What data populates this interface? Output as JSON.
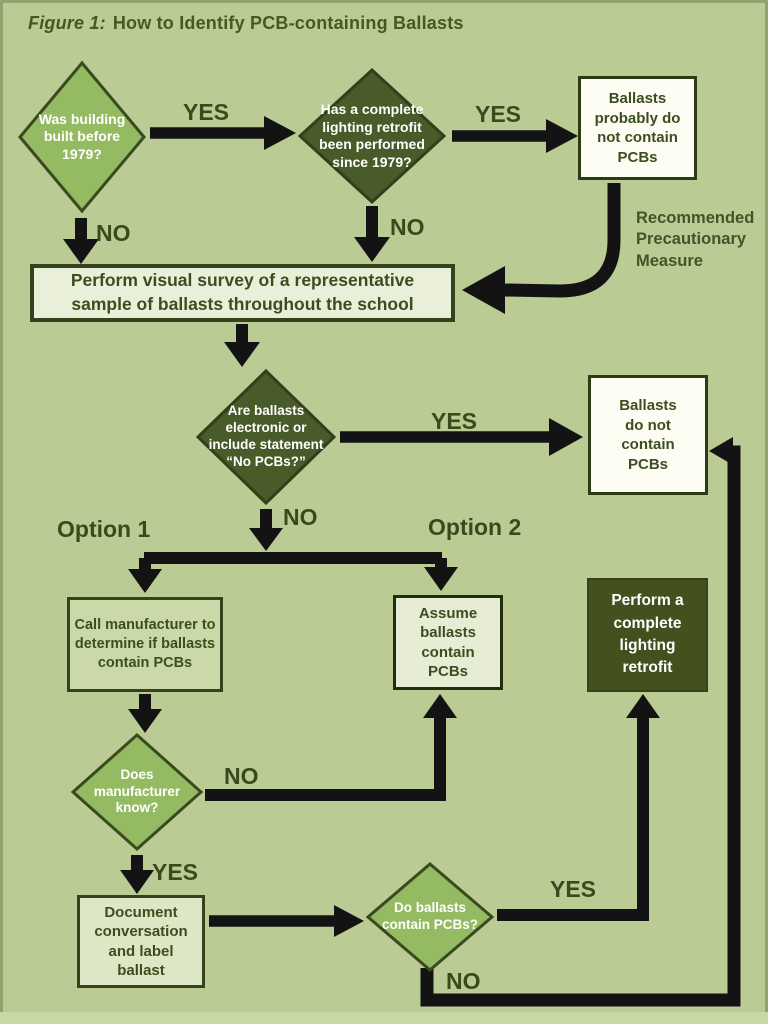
{
  "figure": {
    "title_prefix": "Figure 1:",
    "title": "How to Identify PCB-containing Ballasts"
  },
  "nodes": {
    "building_before_1979": {
      "type": "decision",
      "text": "Was building built before 1979?"
    },
    "retrofit_since_1979": {
      "type": "decision",
      "text": "Has a complete lighting retrofit been performed since 1979?"
    },
    "probably_no_pcbs": {
      "type": "outcome",
      "text": "Ballasts probably do not contain PCBs"
    },
    "visual_survey": {
      "type": "process",
      "text": "Perform visual survey of a representative sample of ballasts throughout the school"
    },
    "electronic_or_statement": {
      "type": "decision",
      "text": "Are ballasts electronic or include statement “No PCBs?”"
    },
    "no_pcbs": {
      "type": "outcome",
      "text": "Ballasts do not contain PCBs"
    },
    "call_manufacturer": {
      "type": "process",
      "text": "Call manufacturer to determine if ballasts contain PCBs"
    },
    "assume_pcbs": {
      "type": "process",
      "text": "Assume ballasts contain PCBs"
    },
    "perform_retrofit": {
      "type": "process",
      "text": "Perform a complete lighting retrofit"
    },
    "manufacturer_knows": {
      "type": "decision",
      "text": "Does manufacturer know?"
    },
    "document_label": {
      "type": "process",
      "text": "Document conversation and label ballast"
    },
    "ballasts_contain_pcbs": {
      "type": "decision",
      "text": "Do ballasts contain PCBs?"
    }
  },
  "labels": {
    "d1_yes": "YES",
    "d1_no": "NO",
    "d2_yes": "YES",
    "d2_no": "NO",
    "d3_yes": "YES",
    "d3_no": "NO",
    "d4_no": "NO",
    "d4_yes": "YES",
    "d5_yes": "YES",
    "d5_no": "NO",
    "option1": "Option 1",
    "option2": "Option 2",
    "note": "Recommended Precautionary Measure"
  },
  "colors": {
    "background": "#bacc94",
    "decision_light": "#94bb61",
    "decision_dark": "#4a5b2a",
    "box_white": "#fdfdf4",
    "box_light": "#e9efd8",
    "box_sage": "#cbd9a9",
    "box_pale": "#dde7c6",
    "box_dark": "#44511f",
    "arrow": "#131313",
    "text_dark": "#3c4e20",
    "text_white": "#ffffff"
  }
}
